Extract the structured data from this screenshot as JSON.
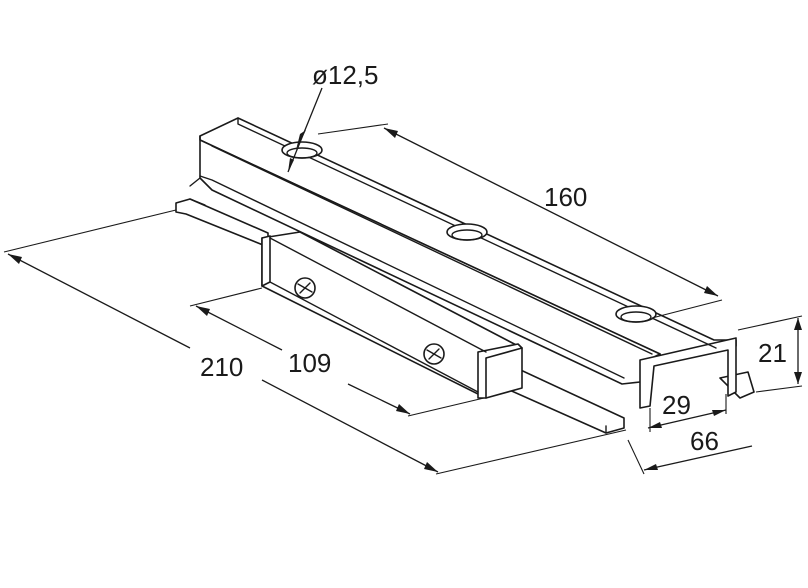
{
  "figure": {
    "type": "technical-drawing",
    "view": "isometric",
    "dimensions": {
      "hole_diameter": "ø12,5",
      "channel_length": "160",
      "overall_length": "210",
      "slider_length": "109",
      "height": "21",
      "inner_width": "29",
      "outer_width": "66"
    }
  },
  "colors": {
    "line": "#1a1a1a",
    "background": "#ffffff"
  }
}
